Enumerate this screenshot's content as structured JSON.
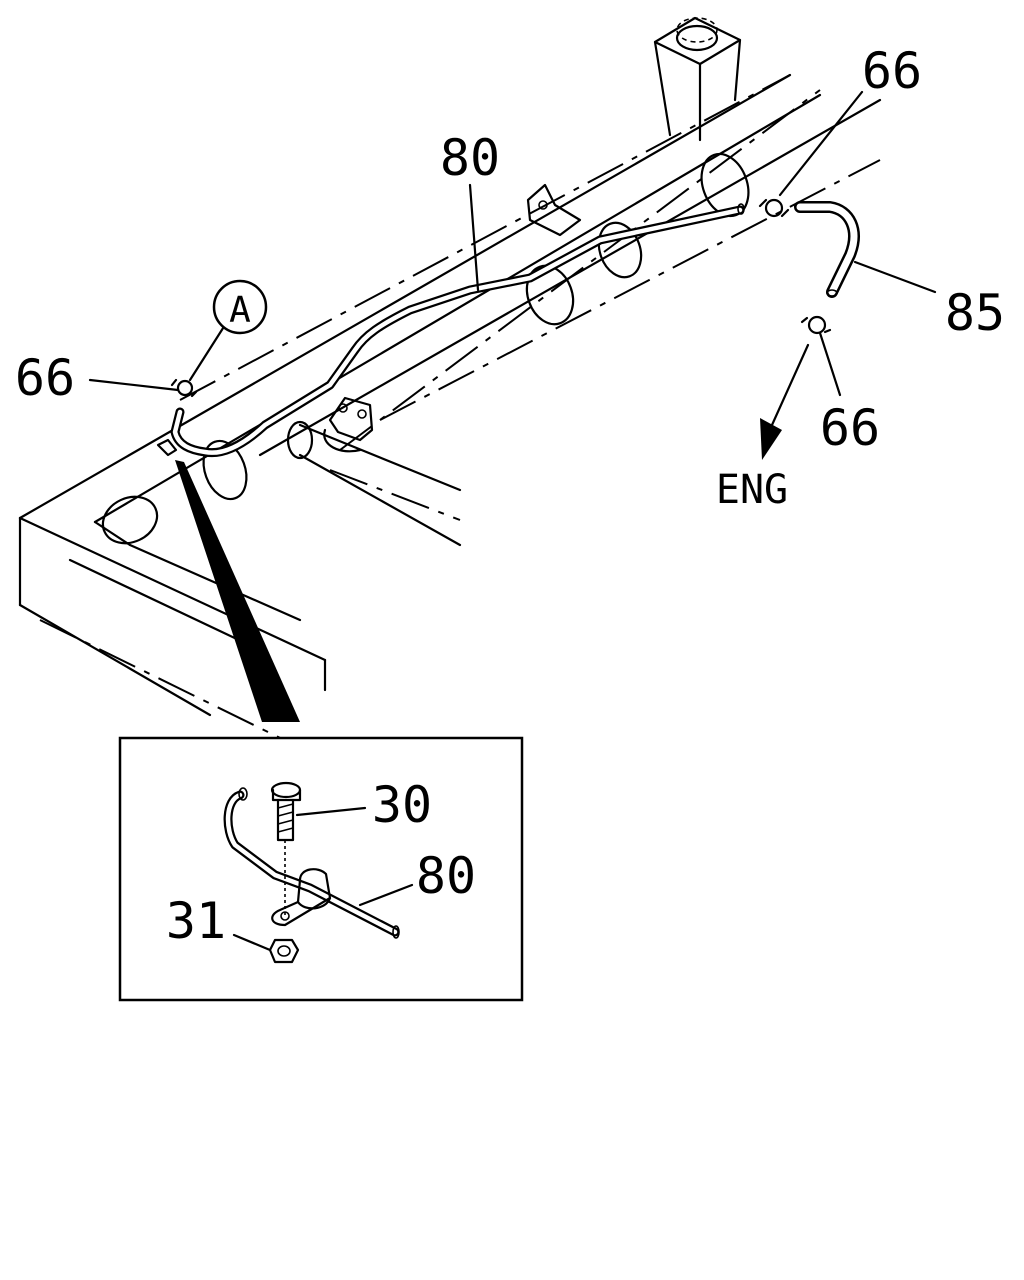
{
  "callouts": {
    "top_66": "66",
    "left_66": "66",
    "right_66": "66",
    "label_80": "80",
    "label_85": "85",
    "detail_marker": "A",
    "eng_direction": "ENG"
  },
  "detail_callouts": {
    "label_30": "30",
    "label_31": "31",
    "label_80": "80"
  },
  "colors": {
    "line": "#000000",
    "background": "#ffffff"
  }
}
